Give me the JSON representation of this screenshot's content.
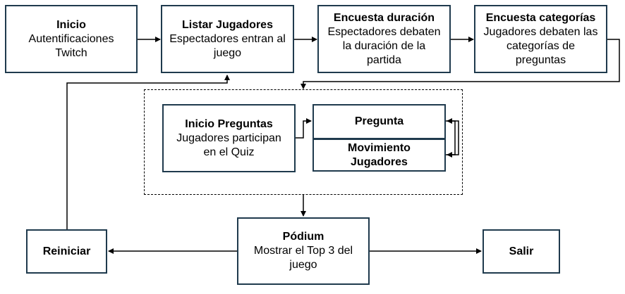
{
  "nodes": {
    "inicio": {
      "title": "Inicio",
      "sub": "Autentificaciones Twitch"
    },
    "listar": {
      "title": "Listar Jugadores",
      "sub": "Espectadores entran al juego"
    },
    "duracion": {
      "title": "Encuesta duración",
      "sub": "Espectadores debaten la duración de la partida"
    },
    "categorias": {
      "title": "Encuesta categorías",
      "sub": "Jugadores debaten las categorías de preguntas"
    },
    "inicio_preguntas": {
      "title": "Inicio Preguntas",
      "sub": "Jugadores participan en el Quiz"
    },
    "pregunta": {
      "title": "Pregunta"
    },
    "movimiento": {
      "title": "Movimiento Jugadores"
    },
    "podium": {
      "title": "Pódium",
      "sub": "Mostrar el Top 3 del juego"
    },
    "reiniciar": {
      "title": "Reiniciar"
    },
    "salir": {
      "title": "Salir"
    }
  },
  "edges": [
    {
      "from": "inicio",
      "to": "listar"
    },
    {
      "from": "listar",
      "to": "duracion"
    },
    {
      "from": "duracion",
      "to": "categorias"
    },
    {
      "from": "categorias",
      "to": "quiz_group"
    },
    {
      "from": "inicio_preguntas",
      "to": "pregunta"
    },
    {
      "from": "pregunta",
      "to": "movimiento"
    },
    {
      "from": "movimiento",
      "to": "pregunta"
    },
    {
      "from": "quiz_group",
      "to": "podium"
    },
    {
      "from": "podium",
      "to": "reiniciar"
    },
    {
      "from": "podium",
      "to": "salir"
    },
    {
      "from": "reiniciar",
      "to": "listar"
    }
  ],
  "colors": {
    "box_border": "#1f3a4d",
    "line": "#000000",
    "background": "#ffffff"
  }
}
